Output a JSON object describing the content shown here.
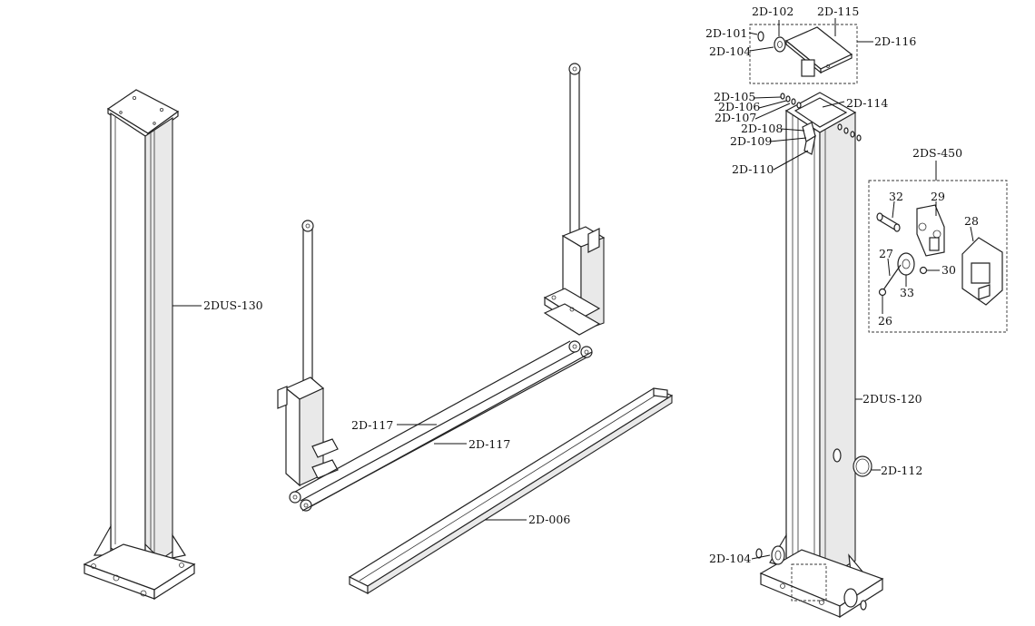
{
  "labels": {
    "col_left": "2DUS-130",
    "col_right": "2DUS-120",
    "cable_a": "2D-117",
    "cable_b": "2D-117",
    "plate": "2D-006",
    "p101": "2D-101",
    "p102": "2D-102",
    "p104_top": "2D-104",
    "p115": "2D-115",
    "p116": "2D-116",
    "p105": "2D-105",
    "p106": "2D-106",
    "p107": "2D-107",
    "p108": "2D-108",
    "p109": "2D-109",
    "p110": "2D-110",
    "p114": "2D-114",
    "p112": "2D-112",
    "p104_bottom": "2D-104",
    "lock_group": "2DS-450",
    "n32": "32",
    "n29": "29",
    "n28": "28",
    "n27": "27",
    "n30": "30",
    "n33": "33",
    "n26": "26"
  }
}
